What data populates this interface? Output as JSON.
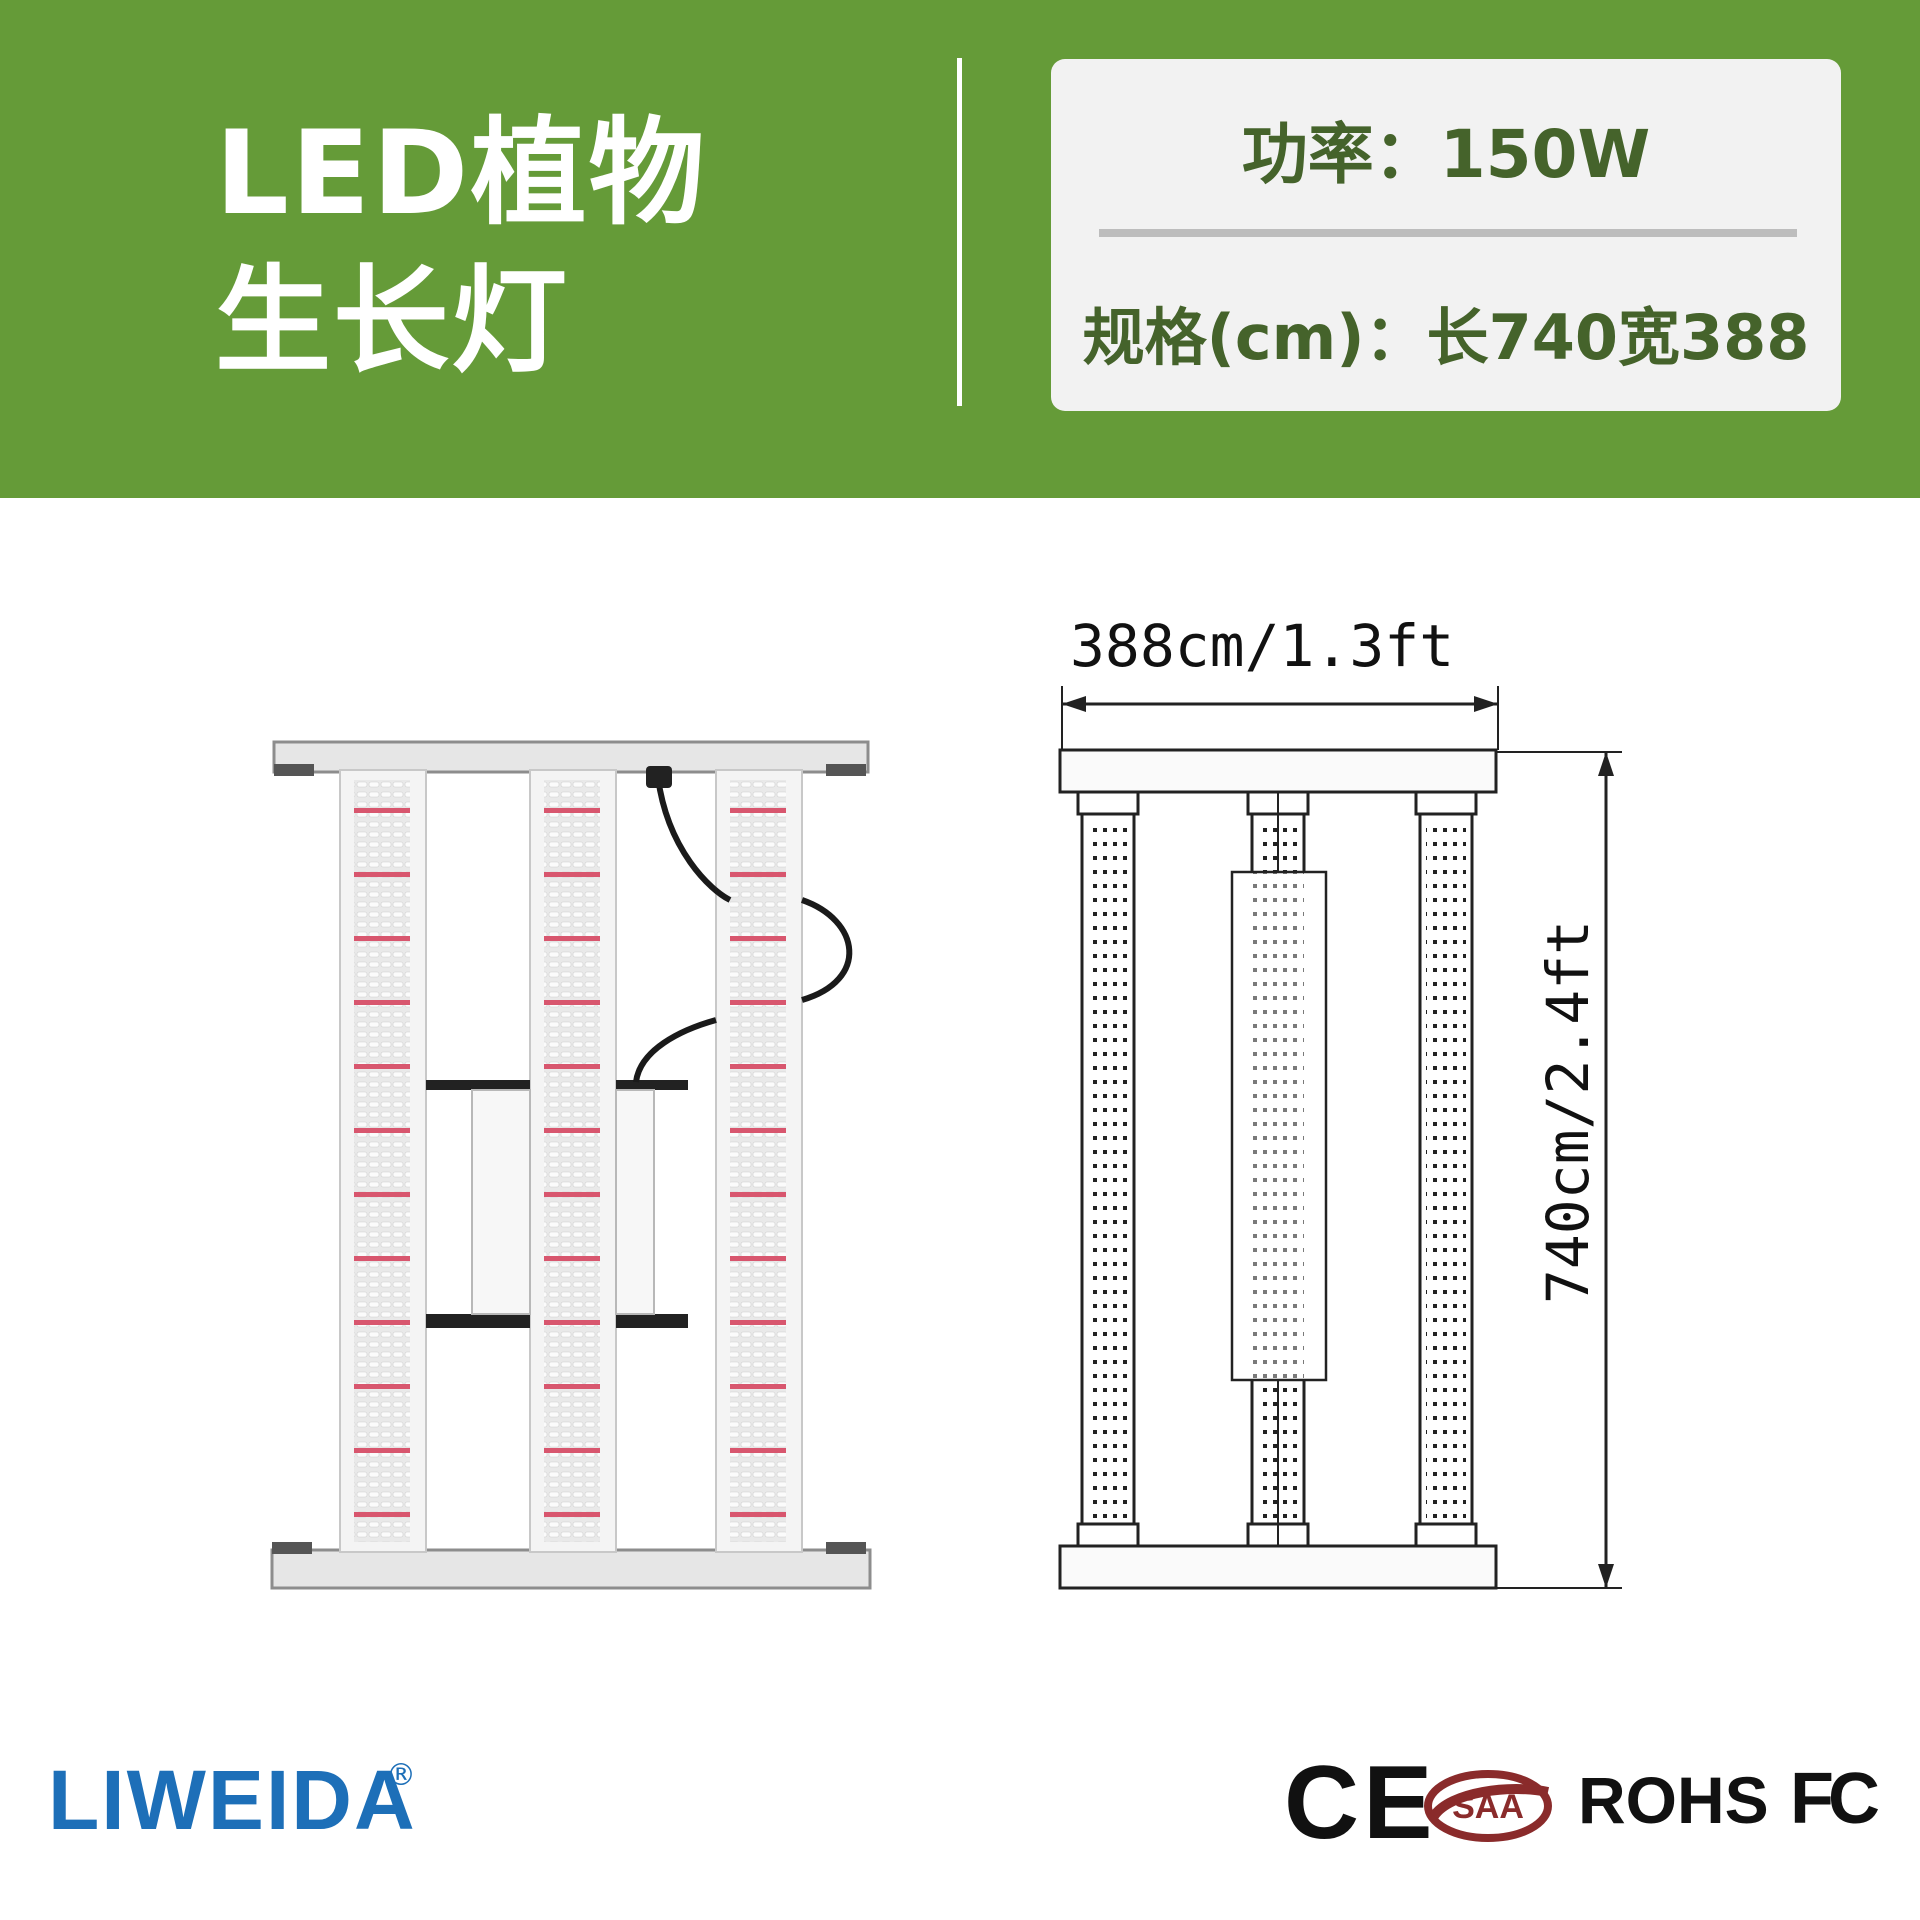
{
  "header": {
    "title_line1": "LED植物",
    "title_line2": "生长灯",
    "bg_color": "#659b38"
  },
  "specs": {
    "power": "功率：150W",
    "size": "规格(cm)：长740宽388"
  },
  "drawing": {
    "width_label": "388cm/1.3ft",
    "height_label": "740cm/2.4ft"
  },
  "brand": {
    "name": "LIWEIDA",
    "registered": "®",
    "color": "#1d6fb8"
  },
  "certifications": [
    "CE",
    "SAA",
    "ROHS",
    "FC"
  ]
}
